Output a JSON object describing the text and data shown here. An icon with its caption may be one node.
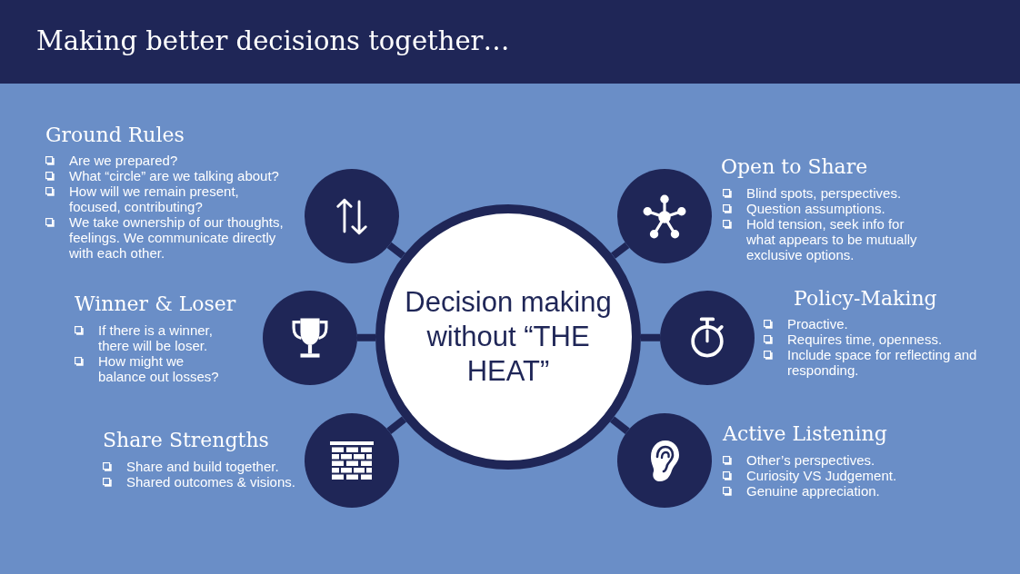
{
  "diagram": {
    "title": "Making better decisions together…",
    "nodes": [
      {
        "text": [
          "Decision making without “THE HEAT”"
        ]
      },
      {
        "text": [],
        "shape": "circle",
        "beside": [
          "Ground Rules",
          "Are we prepared?",
          "What “circle” are we talking about?",
          "How will we remain present, focused, contributing?",
          "We take ownership of our thoughts, feelings. We communicate directly with each other."
        ]
      },
      {
        "text": [],
        "shape": "circle",
        "beside": [
          "Open to Share",
          "Blind spots, perspectives.",
          "Question assumptions.",
          "Hold tension, seek info for what appears to be mutually exclusive options."
        ]
      },
      {
        "text": [],
        "shape": "circle",
        "beside": [
          "Winner & Loser",
          "If there is a winner, there will be loser.",
          "How might we balance out losses?"
        ]
      },
      {
        "text": [],
        "shape": "circle",
        "beside": [
          "Policy-Making",
          "Proactive.",
          "Requires time, openness.",
          "Include space for reflecting and responding."
        ]
      },
      {
        "text": [],
        "shape": "circle",
        "beside": [
          "Share Strengths",
          "Share and build together.",
          "Shared outcomes & visions."
        ]
      },
      {
        "text": [],
        "shape": "circle",
        "beside": [
          "Active Listening",
          "Other’s perspectives.",
          "Curiosity VS Judgement.",
          "Genuine appreciation."
        ]
      }
    ],
    "edges": [
      {
        "from": 0,
        "to": 1,
        "arrow": "none"
      },
      {
        "from": 0,
        "to": 2,
        "arrow": "none"
      },
      {
        "from": 0,
        "to": 3,
        "arrow": "none"
      },
      {
        "from": 0,
        "to": 4,
        "arrow": "none"
      },
      {
        "from": 0,
        "to": 5,
        "arrow": "none"
      },
      {
        "from": 0,
        "to": 6,
        "arrow": "none"
      }
    ]
  }
}
